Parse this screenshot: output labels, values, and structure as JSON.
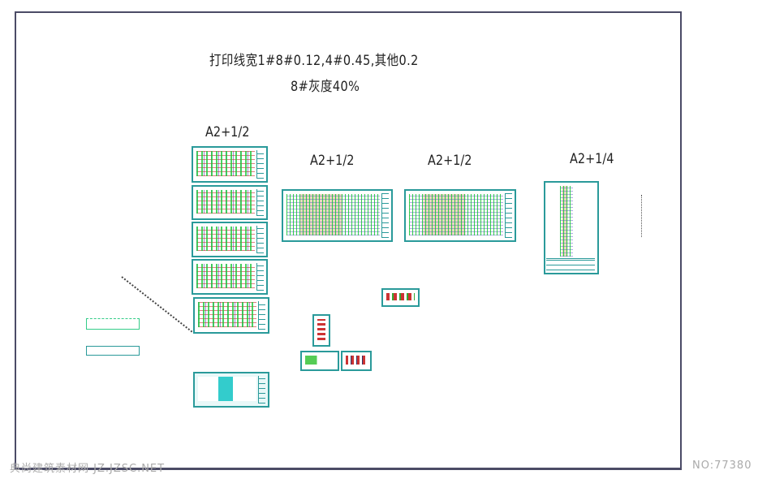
{
  "notes": {
    "line_width": "打印线宽1#8#0.12,4#0.45,其他0.2",
    "gray": "8#灰度40%"
  },
  "sheet_labels": [
    "A2+1/2",
    "A2+1/2",
    "A2+1/2",
    "A2+1/4"
  ],
  "watermark": {
    "site": "典尚建筑素材网 JZ.JZSC.NET",
    "number": "NO:77380"
  },
  "colors": {
    "frame": "#4b4b66",
    "sheet_border": "#2a9a9a"
  }
}
